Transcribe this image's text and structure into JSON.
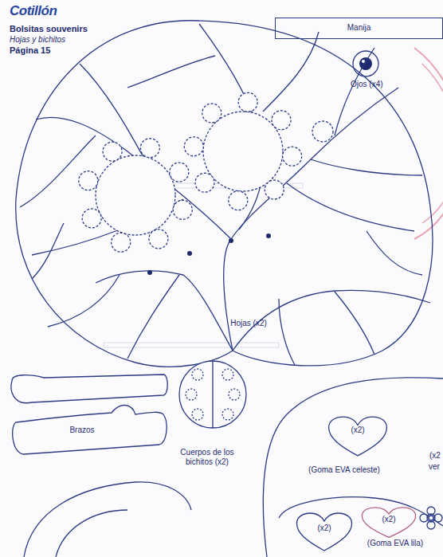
{
  "diagram": {
    "title": "Bolsitas souvenirs",
    "nodes": [
      {
        "text": [
          "Manija"
        ]
      },
      {
        "text": [
          "Brazos"
        ]
      },
      {
        "text": [
          "(x2)"
        ]
      },
      {
        "text": [
          "(x2)"
        ]
      },
      {
        "text": [
          "(x2)"
        ]
      }
    ],
    "labels": [
      "Cotillón",
      "Hojas y bichitos",
      "Página 15",
      "Ojos (x4)",
      "Hojas (x2)",
      "Cuerpos de los bichitos (x2)",
      "(Goma EVA celeste)",
      "(Goma EVA lila)",
      "(x2",
      "ver"
    ]
  }
}
